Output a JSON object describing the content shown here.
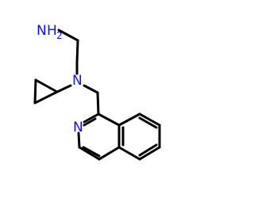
{
  "molecule": {
    "atoms": {
      "amine_nitrogen": {
        "symbol": "N",
        "hydrogens": "H",
        "hydrogen_count": "2",
        "color": "#1010ff"
      },
      "tertiary_nitrogen": {
        "symbol": "N",
        "color": "#1010ff"
      },
      "ring_nitrogen": {
        "symbol": "N",
        "color": "#1010ff"
      }
    },
    "bond_color": "#000000",
    "substructures": [
      "ethylenediamine-chain",
      "cyclopropyl-ring",
      "methylene-linker",
      "isoquinoline-ring"
    ]
  }
}
